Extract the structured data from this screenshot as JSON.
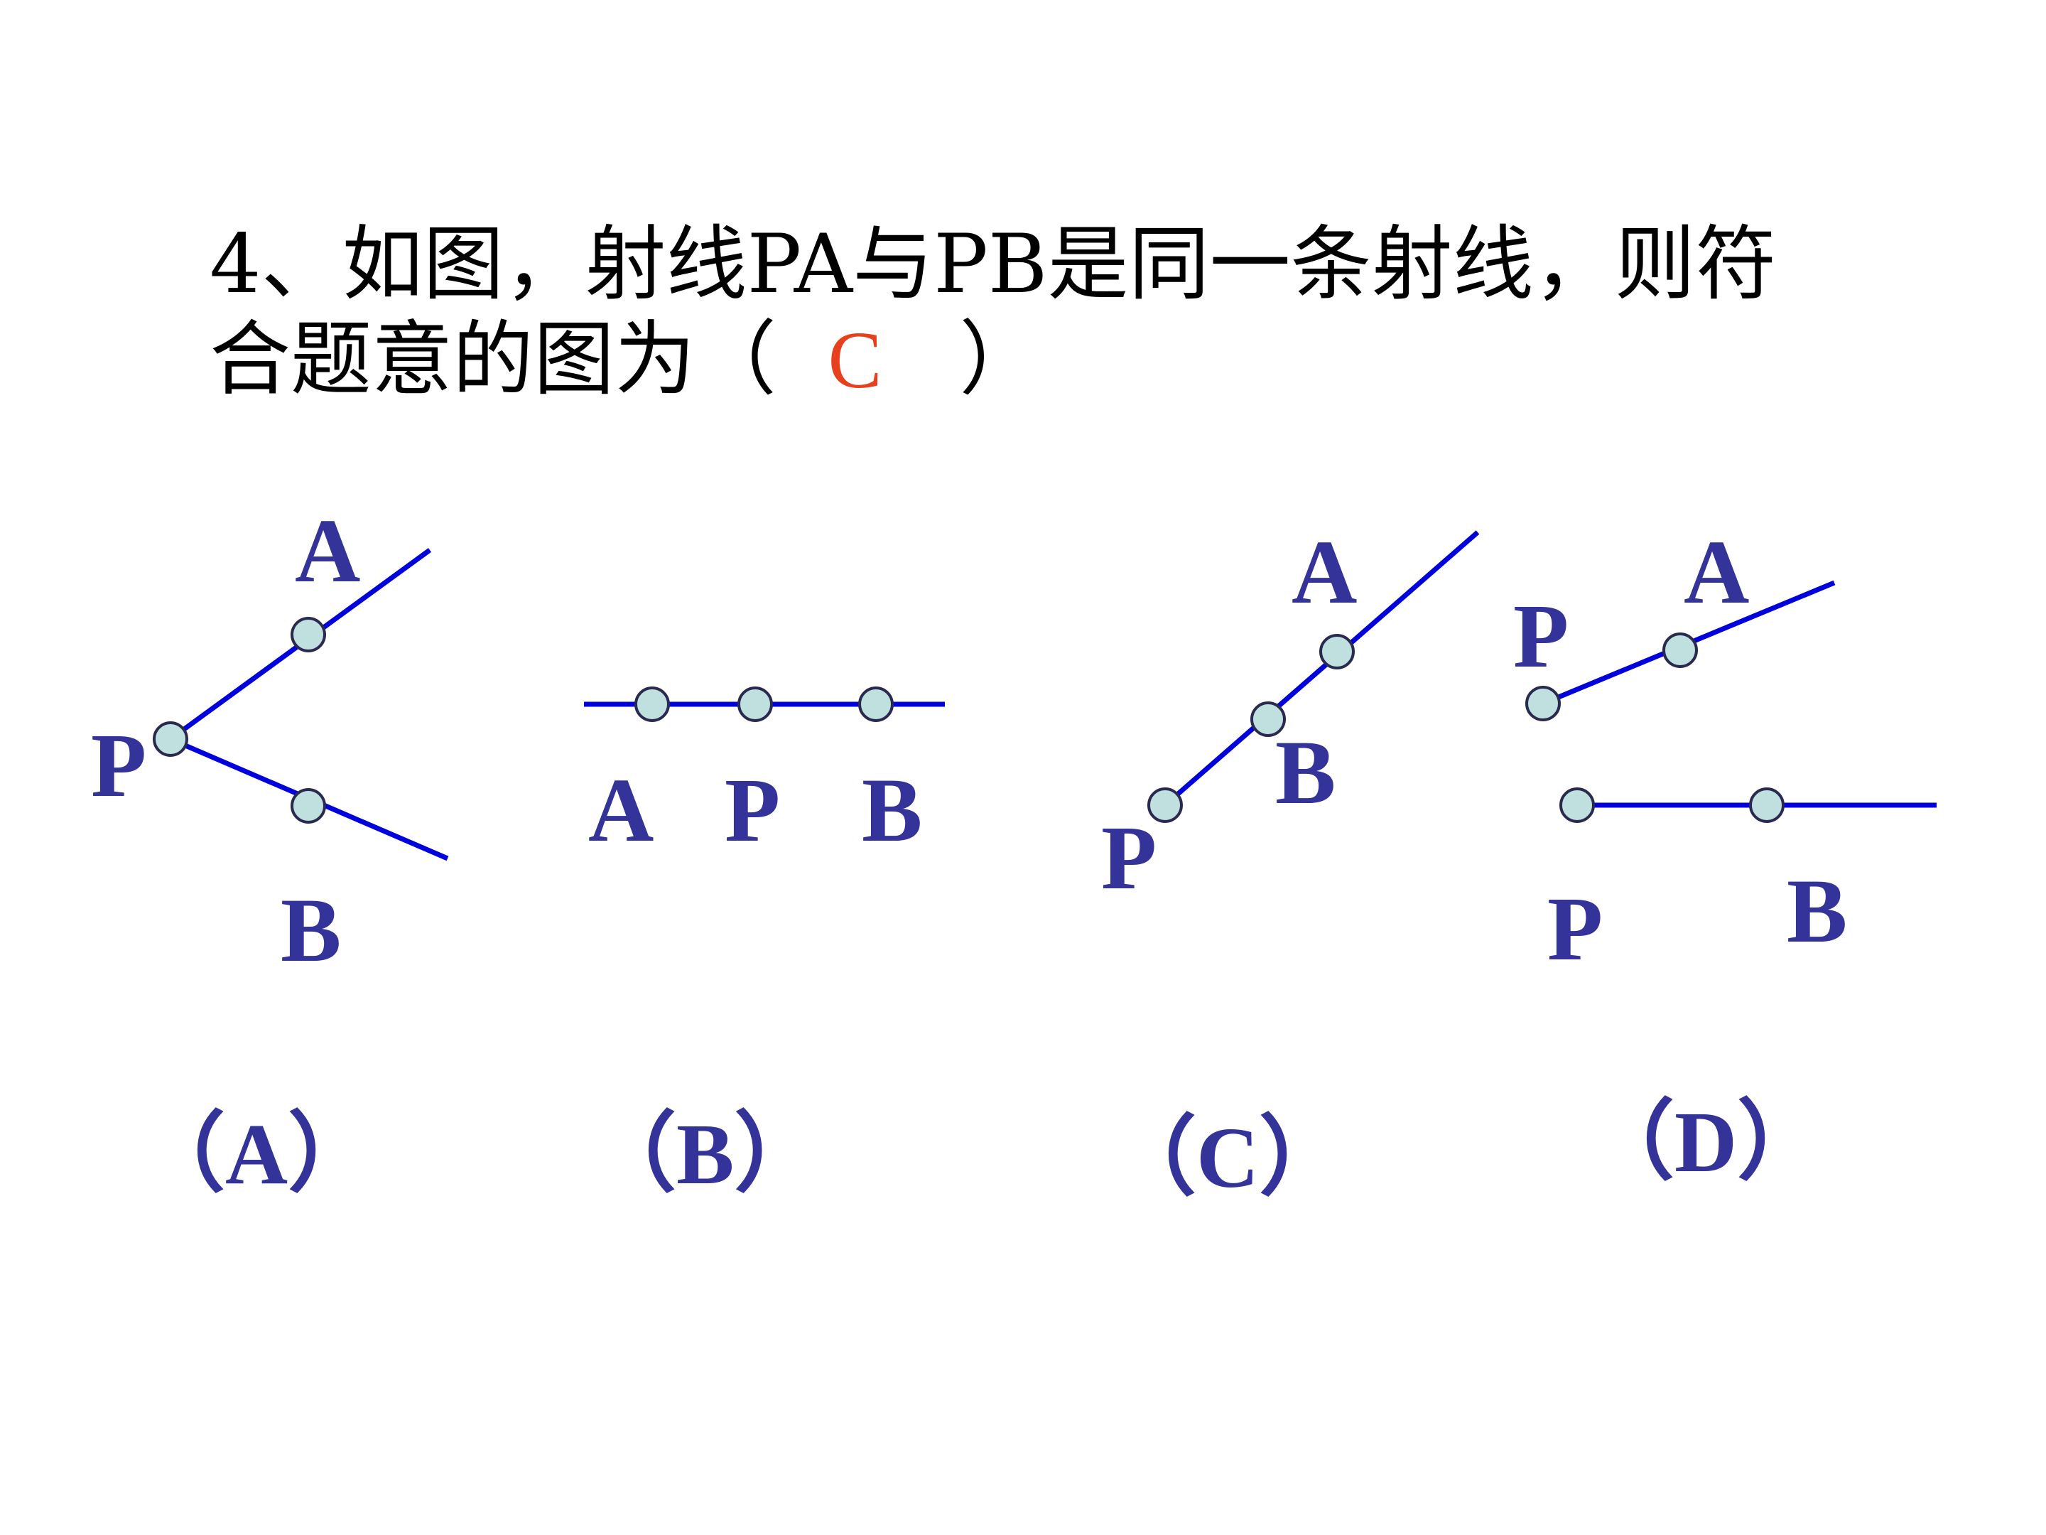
{
  "question": {
    "line1": "4、如图，射线PA与PB是同一条射线，则符",
    "line2_prefix": "合题意的图为（",
    "answer": "C",
    "line2_suffix": "）"
  },
  "figures": [
    {
      "id": "A",
      "option_label": "（A）",
      "labels": {
        "A": "A",
        "P": "P",
        "B": "B"
      }
    },
    {
      "id": "B",
      "option_label": "（B）",
      "labels": {
        "A": "A",
        "P": "P",
        "B": "B"
      }
    },
    {
      "id": "C",
      "option_label": "（C）",
      "labels": {
        "A": "A",
        "B": "B",
        "P": "P"
      }
    },
    {
      "id": "D",
      "option_label": "（D）",
      "labels": {
        "P1": "P",
        "A": "A",
        "P2": "P",
        "B": "B"
      }
    }
  ],
  "colors": {
    "line": "#0000dd",
    "point_fill": "#c0e0df",
    "point_stroke": "#2a2a50",
    "label": "#333399",
    "answer": "#e8401c"
  }
}
